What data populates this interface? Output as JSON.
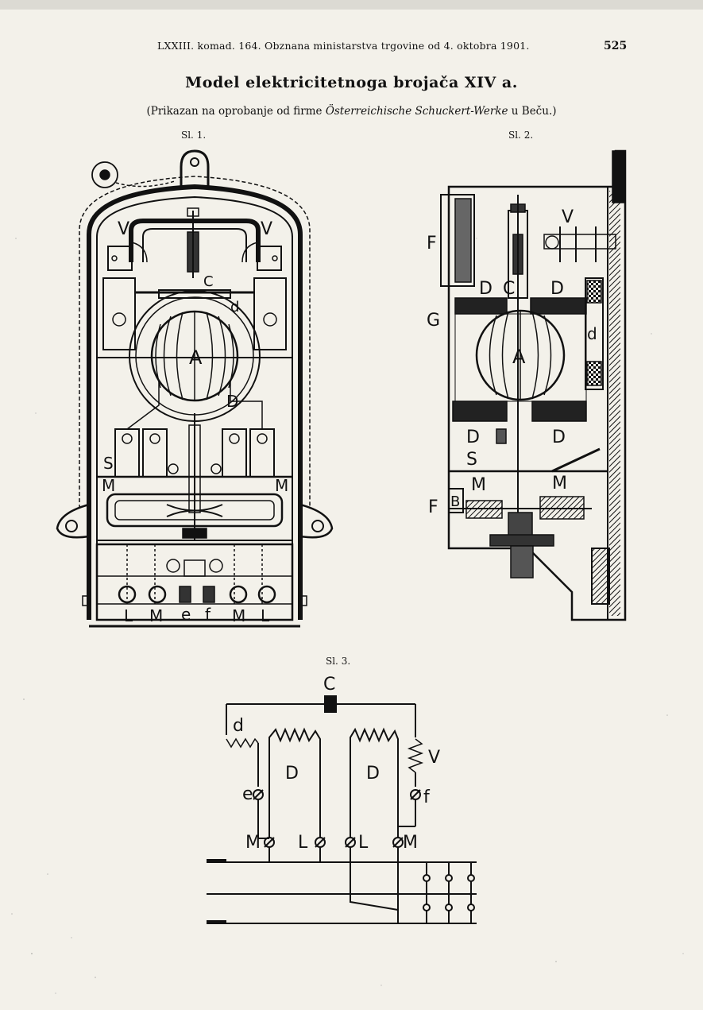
{
  "header": {
    "running_head": "LXXIII. komad. 164. Obznana ministarstva trgovine od 4. oktobra 1901.",
    "page_number": "525"
  },
  "title": "Model elektricitetnoga brojača XIV a.",
  "subtitle": {
    "before": "(Prikazan na oprobanje od firme ",
    "firm": "Österreichische Schuckert-Werke",
    "after": " u Beču.)"
  },
  "figures": {
    "fig1": {
      "caption": "Sl. 1.",
      "labels": {
        "V_left": "V",
        "V_right": "V",
        "C": "C",
        "d": "d",
        "A": "A",
        "D": "D",
        "S": "S",
        "M_left": "M",
        "M_right": "M",
        "L1": "L",
        "M1": "M",
        "e": "e",
        "f": "f",
        "M2": "M",
        "L2": "L"
      }
    },
    "fig2": {
      "caption": "Sl. 2.",
      "labels": {
        "V": "V",
        "F1": "F",
        "D1_top": "D",
        "C": "C",
        "D2_top": "D",
        "G": "G",
        "A": "A",
        "d": "d",
        "D1_bot": "D",
        "D2_bot": "D",
        "S": "S",
        "F2": "F",
        "B": "B",
        "M_left": "M",
        "M_right": "M"
      }
    },
    "fig3": {
      "caption": "Sl. 3.",
      "labels": {
        "C": "C",
        "d": "d",
        "D1": "D",
        "D2": "D",
        "V": "V",
        "e": "e",
        "f": "f",
        "M1": "M",
        "L1": "L",
        "L2": "L",
        "M2": "M"
      }
    }
  }
}
